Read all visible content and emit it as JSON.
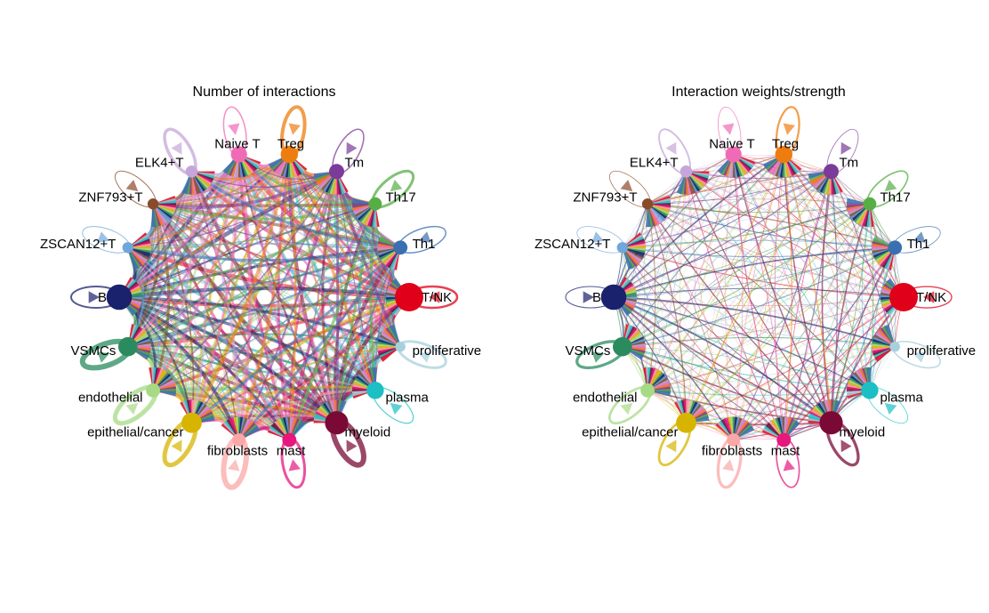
{
  "panels": [
    {
      "id": "count",
      "title": "Number of interactions",
      "edge_style": "thick"
    },
    {
      "id": "weight",
      "title": "Interaction weights/strength",
      "edge_style": "thin"
    }
  ],
  "nodes": [
    {
      "name": "T/NK",
      "color": "#E0001A",
      "size": 1.0,
      "loop_width": 2.5
    },
    {
      "name": "proliferative",
      "color": "#A8D0DC",
      "size": 0.1,
      "loop_width": 3.0
    },
    {
      "name": "plasma",
      "color": "#1BBFC4",
      "size": 0.45,
      "loop_width": 1.2
    },
    {
      "name": "myeloid",
      "color": "#7A0A35",
      "size": 0.75,
      "loop_width": 6.0
    },
    {
      "name": "mast",
      "color": "#E6177D",
      "size": 0.3,
      "loop_width": 3.0
    },
    {
      "name": "fibroblasts",
      "color": "#FBA7A7",
      "size": 0.25,
      "loop_width": 6.0
    },
    {
      "name": "epithelial/cancer",
      "color": "#D7B400",
      "size": 0.6,
      "loop_width": 5.0
    },
    {
      "name": "endothelial",
      "color": "#A6DA84",
      "size": 0.3,
      "loop_width": 5.0
    },
    {
      "name": "VSMCs",
      "color": "#2A8B5F",
      "size": 0.55,
      "loop_width": 6.0
    },
    {
      "name": "B",
      "color": "#1A216D",
      "size": 0.85,
      "loop_width": 2.0
    },
    {
      "name": "ZSCAN12+T",
      "color": "#6FA6DB",
      "size": 0.15,
      "loop_width": 1.0
    },
    {
      "name": "ZNF793+T",
      "color": "#8B4A2A",
      "size": 0.15,
      "loop_width": 1.0
    },
    {
      "name": "ELK4+T",
      "color": "#C6A6DA",
      "size": 0.2,
      "loop_width": 3.5
    },
    {
      "name": "Naive T",
      "color": "#F06BB6",
      "size": 0.4,
      "loop_width": 1.5
    },
    {
      "name": "Treg",
      "color": "#EE7D10",
      "size": 0.45,
      "loop_width": 4.0
    },
    {
      "name": "Tm",
      "color": "#7B3B99",
      "size": 0.35,
      "loop_width": 1.5
    },
    {
      "name": "Th17",
      "color": "#56AE45",
      "size": 0.25,
      "loop_width": 3.0
    },
    {
      "name": "Th1",
      "color": "#3A6FB0",
      "size": 0.3,
      "loop_width": 1.5
    }
  ]
}
